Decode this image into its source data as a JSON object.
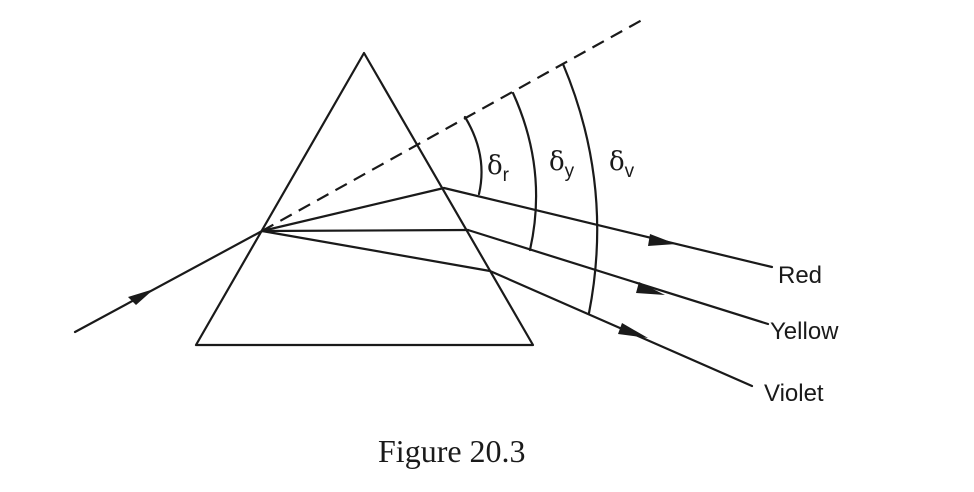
{
  "figure": {
    "caption": "Figure 20.3",
    "rays": {
      "red": "Red",
      "yellow": "Yellow",
      "violet": "Violet"
    },
    "angles": {
      "symbol": "δ",
      "red_sub": "r",
      "yellow_sub": "y",
      "violet_sub": "v"
    }
  }
}
